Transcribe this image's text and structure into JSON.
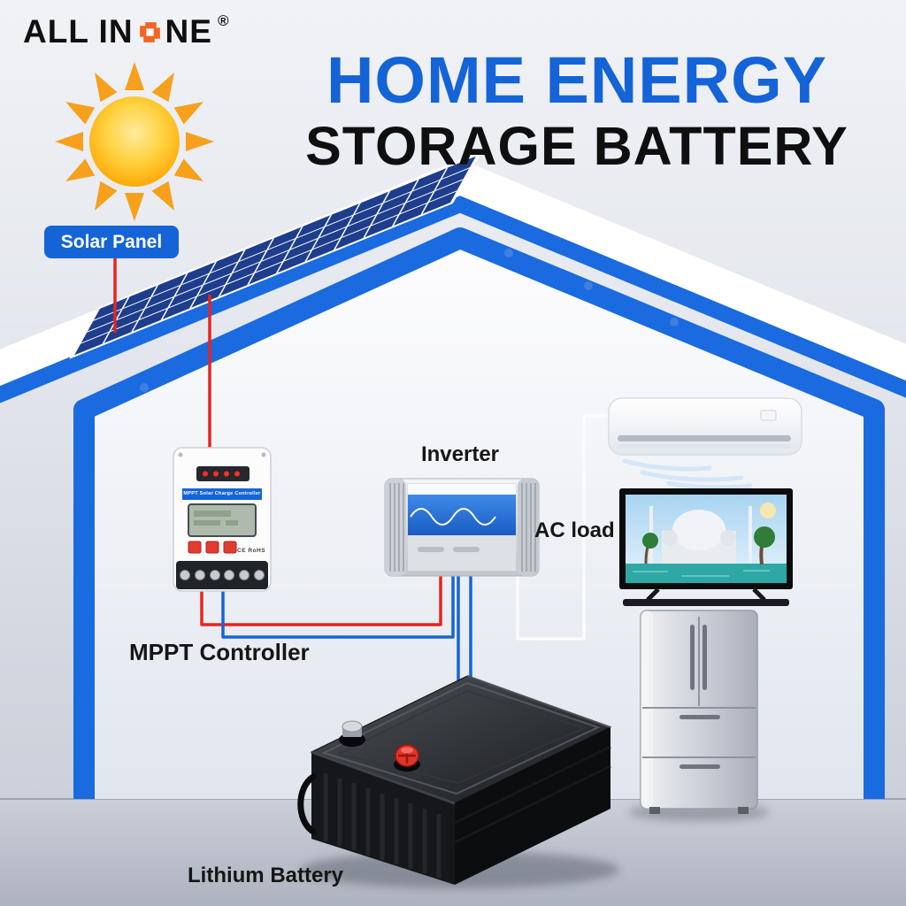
{
  "brand": {
    "name": "ALL IN ONE",
    "part1": "ALL IN",
    "part2": "NE",
    "registered": "®"
  },
  "title": {
    "line1": "HOME ENERGY",
    "line2": "STORAGE BATTERY"
  },
  "labels": {
    "solar_panel": "Solar Panel",
    "mppt_controller": "MPPT Controller",
    "inverter": "Inverter",
    "ac_load": "AC load",
    "lithium_battery": "Lithium Battery"
  },
  "device_text": {
    "mppt_strip": "MPPT Solar Charge Controller",
    "mppt_marks": "CE RoHS"
  },
  "diagram": {
    "nodes": [
      "Sun",
      "Solar Panel",
      "MPPT Controller",
      "Inverter",
      "Lithium Battery",
      "AC load"
    ],
    "connections": [
      {
        "from": "Solar Panel",
        "to": "MPPT Controller",
        "wire": "red"
      },
      {
        "from": "MPPT Controller",
        "to": "Inverter",
        "wire": "red+blue"
      },
      {
        "from": "Inverter",
        "to": "Lithium Battery",
        "wire": "blue"
      },
      {
        "from": "Inverter",
        "to": "AC load",
        "wire": "white"
      }
    ],
    "ac_load_appliances": [
      "air-conditioner",
      "television",
      "refrigerator"
    ]
  },
  "colors": {
    "accent_blue": "#1464d8",
    "house_blue": "#1a6ae0",
    "title_black": "#0f0f10",
    "sun_core": "#ffd13e",
    "sun_rays": "#f7a01b",
    "logo_orange": "#f26522",
    "wire_red": "#e8241f",
    "wire_blue": "#1565d8",
    "solar_cell_blue": "#1e3d8c",
    "battery_black": "#16171a"
  }
}
